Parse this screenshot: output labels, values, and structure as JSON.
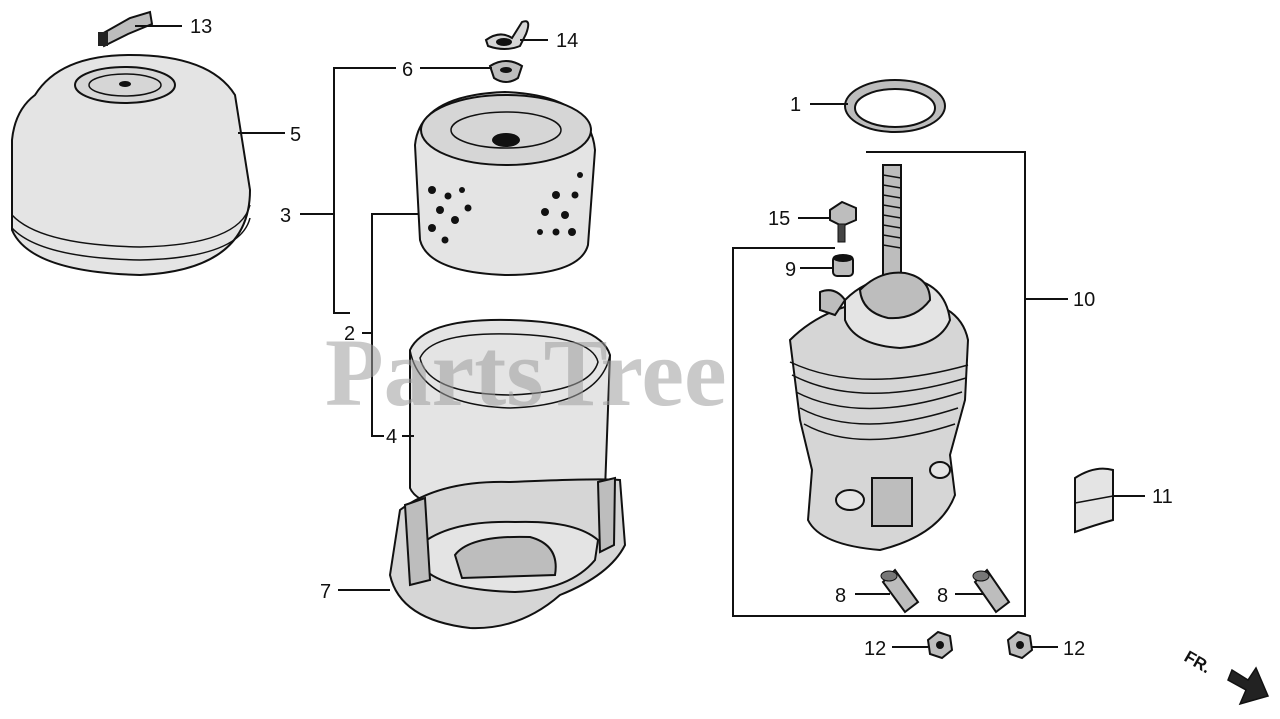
{
  "watermark": "PartsTree",
  "direction_label": "FR.",
  "callouts": {
    "c1": "1",
    "c2": "2",
    "c3": "3",
    "c4": "4",
    "c5": "5",
    "c6": "6",
    "c7": "7",
    "c8a": "8",
    "c8b": "8",
    "c9": "9",
    "c10": "10",
    "c11": "11",
    "c12a": "12",
    "c12b": "12",
    "c13": "13",
    "c14": "14",
    "c15": "15"
  }
}
